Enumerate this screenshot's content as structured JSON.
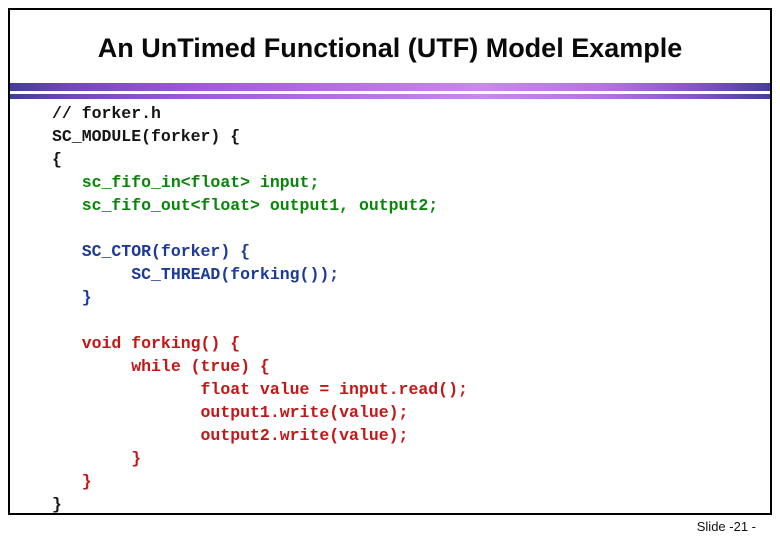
{
  "title": "An UnTimed Functional (UTF) Model Example",
  "slide_number": "Slide -21 -",
  "palette": {
    "black": "#151515",
    "green": "#098509",
    "navy": "#1c3a96",
    "red": "#c41616",
    "bar_gradient": [
      [
        "#413d9b",
        "0%"
      ],
      [
        "#7346bd",
        "8%"
      ],
      [
        "#a159dd",
        "25%"
      ],
      [
        "#b671e8",
        "45%"
      ],
      [
        "#c987f0",
        "62%"
      ],
      [
        "#b672e6",
        "78%"
      ],
      [
        "#8853cc",
        "90%"
      ],
      [
        "#483da0",
        "100%"
      ]
    ]
  },
  "code": {
    "language": "SystemC / C++",
    "lines": [
      {
        "text": "// forker.h",
        "color": "black"
      },
      {
        "text": "SC_MODULE(forker) {",
        "color": "black"
      },
      {
        "text": "{",
        "color": "black"
      },
      {
        "text": "   sc_fifo_in<float> input;",
        "color": "green"
      },
      {
        "text": "   sc_fifo_out<float> output1, output2;",
        "color": "green"
      },
      {
        "text": "",
        "color": "black"
      },
      {
        "text": "   SC_CTOR(forker) {",
        "color": "navy"
      },
      {
        "text": "        SC_THREAD(forking());",
        "color": "navy"
      },
      {
        "text": "   }",
        "color": "navy"
      },
      {
        "text": "",
        "color": "black"
      },
      {
        "text": "   void forking() {",
        "color": "red"
      },
      {
        "text": "        while (true) {",
        "color": "red"
      },
      {
        "text": "               float value = input.read();",
        "color": "red"
      },
      {
        "text": "               output1.write(value);",
        "color": "red"
      },
      {
        "text": "               output2.write(value);",
        "color": "red"
      },
      {
        "text": "        }",
        "color": "red"
      },
      {
        "text": "   }",
        "color": "red"
      },
      {
        "text": "}",
        "color": "black"
      }
    ]
  }
}
